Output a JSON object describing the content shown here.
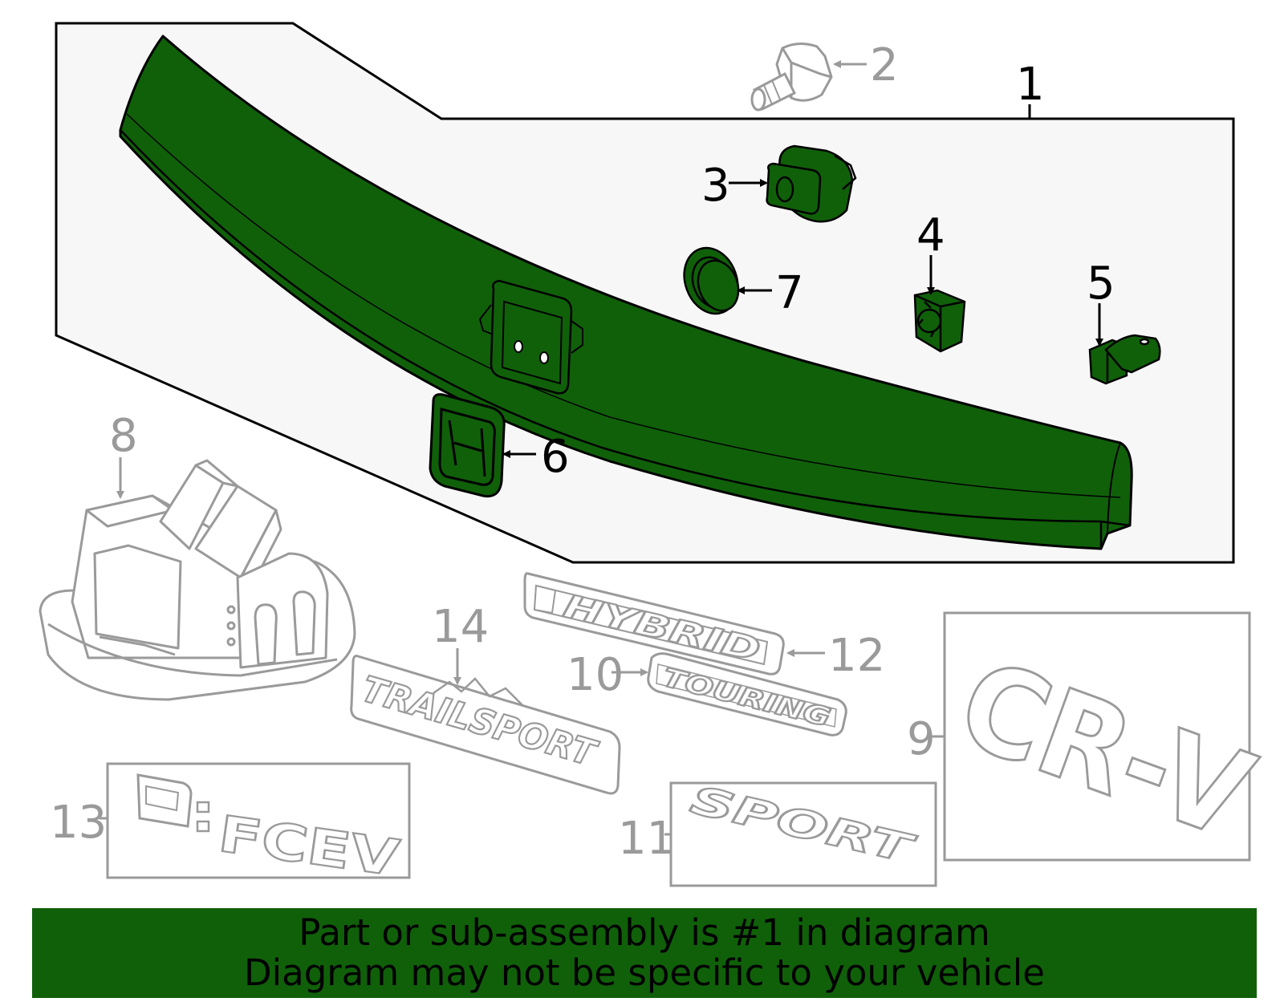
{
  "colors": {
    "highlight": "#10600a",
    "outline_dark": "#000000",
    "outline_gray": "#9a9a9a",
    "panel_fill": "#f7f7f7"
  },
  "callouts": [
    {
      "id": "1",
      "label": "1"
    },
    {
      "id": "2",
      "label": "2"
    },
    {
      "id": "3",
      "label": "3"
    },
    {
      "id": "4",
      "label": "4"
    },
    {
      "id": "5",
      "label": "5"
    },
    {
      "id": "6",
      "label": "6"
    },
    {
      "id": "7",
      "label": "7"
    },
    {
      "id": "8",
      "label": "8"
    },
    {
      "id": "9",
      "label": "9"
    },
    {
      "id": "10",
      "label": "10"
    },
    {
      "id": "11",
      "label": "11"
    },
    {
      "id": "12",
      "label": "12"
    },
    {
      "id": "13",
      "label": "13"
    },
    {
      "id": "14",
      "label": "14"
    }
  ],
  "emblems": {
    "hybrid": "HYBRID",
    "touring": "TOURING",
    "trailsport": "TRAILSPORT",
    "sport": "SPORT",
    "fcev": "FCEV",
    "crv": "CR-V"
  },
  "highlighted_part": "1",
  "banner": {
    "line1": "Part or sub-assembly is #1 in diagram",
    "line2": "Diagram may not be specific to your vehicle"
  }
}
